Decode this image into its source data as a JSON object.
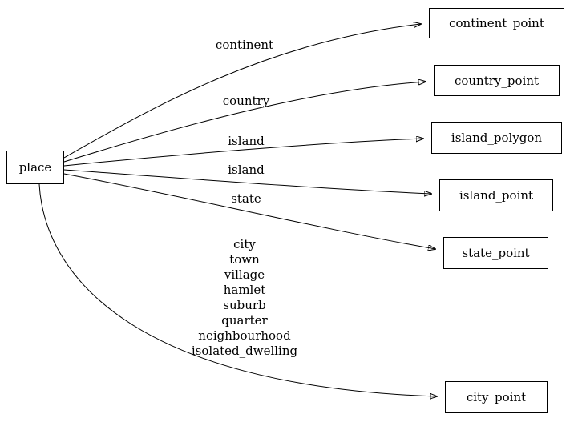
{
  "diagram": {
    "place_node": {
      "label": "place"
    },
    "nodes": [
      {
        "label": "continent_point"
      },
      {
        "label": "country_point"
      },
      {
        "label": "island_polygon"
      },
      {
        "label": "island_point"
      },
      {
        "label": "state_point"
      },
      {
        "label": "city_point"
      }
    ],
    "edges": [
      {
        "label": "continent",
        "from": "place",
        "to": "continent_point"
      },
      {
        "label": "country",
        "from": "place",
        "to": "country_point"
      },
      {
        "label": "island",
        "from": "place",
        "to": "island_polygon"
      },
      {
        "label": "island",
        "from": "place",
        "to": "island_point"
      },
      {
        "label": "state",
        "from": "place",
        "to": "state_point"
      },
      {
        "label": "city\ntown\nvillage\nhamlet\nsuburb\nquarter\nneighbourhood\nisolated_dwelling",
        "from": "place",
        "to": "city_point"
      }
    ],
    "colors": {
      "background": "#ffffff",
      "node_border": "#000000",
      "edge": "#000000",
      "text": "#000000"
    }
  }
}
